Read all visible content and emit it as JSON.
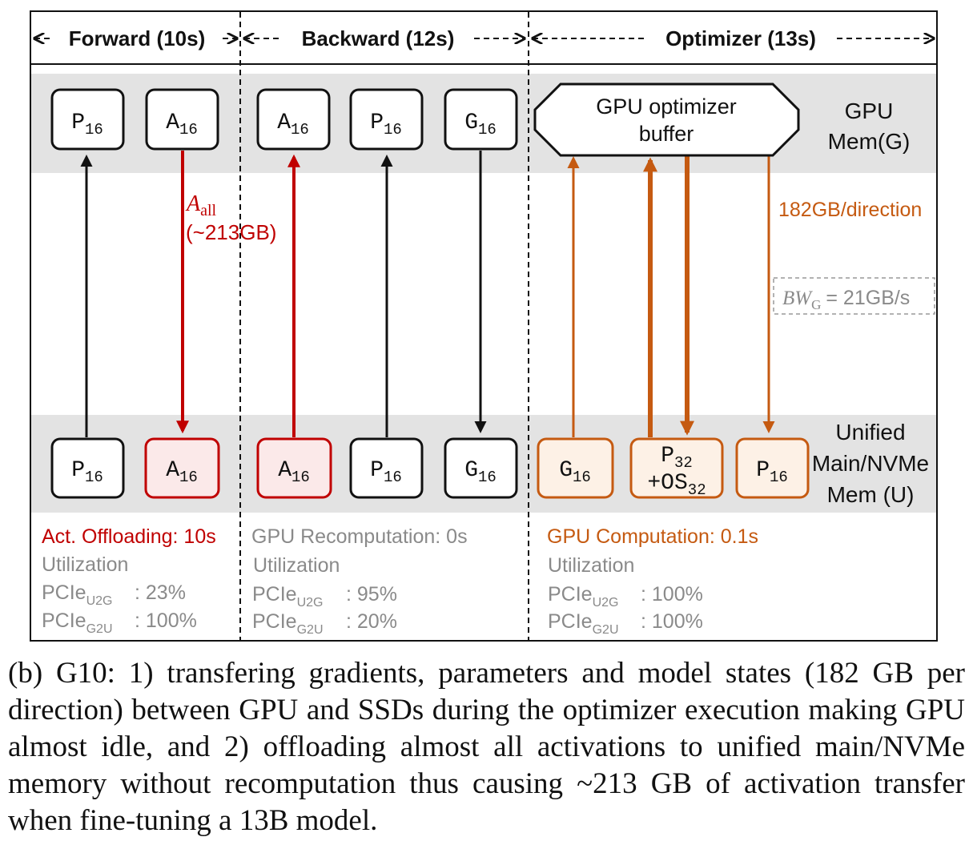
{
  "phases": {
    "forward": "Forward (10s)",
    "backward": "Backward (12s)",
    "optimizer": "Optimizer (13s)"
  },
  "colors": {
    "black": "#111111",
    "red": "#c00000",
    "orange": "#c55a11",
    "gray_band": "#e3e3e3",
    "gray_text": "#8a8a8a"
  },
  "side_labels": {
    "gpu_line1": "GPU",
    "gpu_line2": "Mem(G)",
    "unified_line1": "Unified",
    "unified_line2": "Main/NVMe",
    "unified_line3": "Mem (U)"
  },
  "boxes": {
    "fwd_top_p": {
      "base": "P",
      "sub": "16"
    },
    "fwd_top_a": {
      "base": "A",
      "sub": "16"
    },
    "bwd_top_a": {
      "base": "A",
      "sub": "16"
    },
    "bwd_top_p": {
      "base": "P",
      "sub": "16"
    },
    "bwd_top_g": {
      "base": "G",
      "sub": "16"
    },
    "fwd_bot_p": {
      "base": "P",
      "sub": "16"
    },
    "fwd_bot_a": {
      "base": "A",
      "sub": "16"
    },
    "bwd_bot_a": {
      "base": "A",
      "sub": "16"
    },
    "bwd_bot_p": {
      "base": "P",
      "sub": "16"
    },
    "bwd_bot_g": {
      "base": "G",
      "sub": "16"
    },
    "opt_bot_g": {
      "base": "G",
      "sub": "16"
    },
    "opt_bot_p32_line1_base": "P",
    "opt_bot_p32_line1_sub": "32",
    "opt_bot_p32_line2_base": "+OS",
    "opt_bot_p32_line2_sub": "32",
    "opt_bot_p": {
      "base": "P",
      "sub": "16"
    },
    "gpu_buffer_line1": "GPU optimizer",
    "gpu_buffer_line2": "buffer"
  },
  "annotations": {
    "a_all_base": "A",
    "a_all_sub": "all",
    "a_all_size": "(~213GB)",
    "per_direction": "182GB/direction",
    "bw_base": "BW",
    "bw_sub": "G",
    "bw_value": "= 21GB/s"
  },
  "stats": {
    "forward": {
      "headline": "Act. Offloading: 10s",
      "utilization": "Utilization",
      "u2g_label": "PCIe",
      "u2g_sub": "U2G",
      "u2g_value": ": 23%",
      "g2u_label": "PCIe",
      "g2u_sub": "G2U",
      "g2u_value": ": 100%"
    },
    "backward": {
      "headline": "GPU Recomputation: 0s",
      "utilization": "Utilization",
      "u2g_label": "PCIe",
      "u2g_sub": "U2G",
      "u2g_value": ": 95%",
      "g2u_label": "PCIe",
      "g2u_sub": "G2U",
      "g2u_value": ": 20%"
    },
    "optimizer": {
      "headline": "GPU Computation: 0.1s",
      "utilization": "Utilization",
      "u2g_label": "PCIe",
      "u2g_sub": "U2G",
      "u2g_value": ": 100%",
      "g2u_label": "PCIe",
      "g2u_sub": "G2U",
      "g2u_value": ": 100%"
    }
  },
  "caption": "(b) G10: 1) transfering gradients, parameters and model states (182 GB per direction) between GPU and SSDs during the optimizer execution making GPU almost idle, and 2) offloading almost all activations to unified main/NVMe memory without recomputation thus causing ~213 GB of activation transfer when fine-tuning a 13B model."
}
